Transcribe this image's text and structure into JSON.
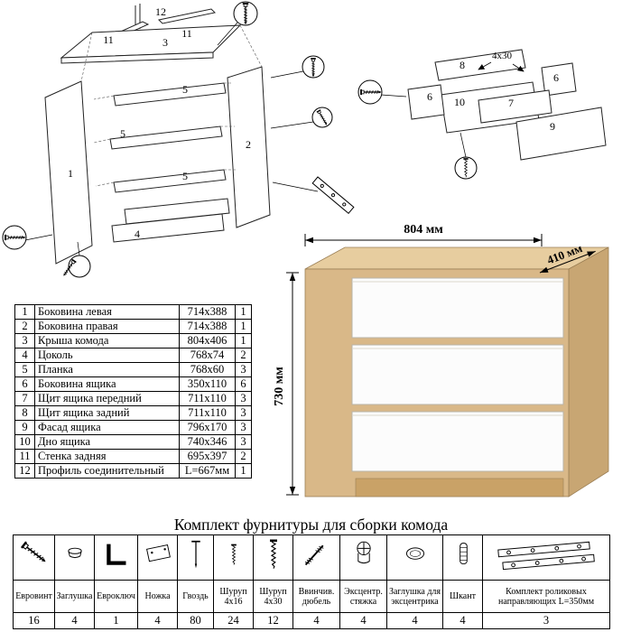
{
  "colors": {
    "wood_front": "#d9b888",
    "wood_top": "#e7cd9f",
    "wood_side": "#c8a673",
    "wood_base": "#c9a267",
    "drawer_white": "#fcfcfc",
    "line": "#000000"
  },
  "dimensions": {
    "width": "804 мм",
    "depth": "410 мм",
    "height": "730 мм"
  },
  "diagram_left": {
    "labels": {
      "p1": "1",
      "p2": "2",
      "p3": "3",
      "p4": "4",
      "p5": "5",
      "p11": "11",
      "p12": "12"
    }
  },
  "diagram_right": {
    "labels": {
      "p6": "6",
      "p7": "7",
      "p8": "8",
      "p9": "9",
      "p10": "10",
      "screw": "4х30"
    }
  },
  "parts": {
    "rows": [
      {
        "num": "1",
        "name": "Боковина левая",
        "size": "714х388",
        "qty": "1"
      },
      {
        "num": "2",
        "name": "Боковина правая",
        "size": "714х388",
        "qty": "1"
      },
      {
        "num": "3",
        "name": "Крыша комода",
        "size": "804х406",
        "qty": "1"
      },
      {
        "num": "4",
        "name": "Цоколь",
        "size": "768х74",
        "qty": "2"
      },
      {
        "num": "5",
        "name": "Планка",
        "size": "768х60",
        "qty": "3"
      },
      {
        "num": "6",
        "name": "Боковина ящика",
        "size": "350х110",
        "qty": "6"
      },
      {
        "num": "7",
        "name": "Щит ящика передний",
        "size": "711х110",
        "qty": "3"
      },
      {
        "num": "8",
        "name": "Щит ящика задний",
        "size": "711х110",
        "qty": "3"
      },
      {
        "num": "9",
        "name": "Фасад ящика",
        "size": "796х170",
        "qty": "3"
      },
      {
        "num": "10",
        "name": "Дно ящика",
        "size": "740х346",
        "qty": "3"
      },
      {
        "num": "11",
        "name": "Стенка задняя",
        "size": "695х397",
        "qty": "2"
      },
      {
        "num": "12",
        "name": "Профиль соединительный",
        "size": "L=667мм",
        "qty": "1"
      }
    ]
  },
  "hardware": {
    "title": "Комплект фурнитуры для сборки комода",
    "items": [
      {
        "name": "Евровинт",
        "qty": "16"
      },
      {
        "name": "Заглушка",
        "qty": "4"
      },
      {
        "name": "Евроключ",
        "qty": "1"
      },
      {
        "name": "Ножка",
        "qty": "4"
      },
      {
        "name": "Гвоздь",
        "qty": "80"
      },
      {
        "name": "Шуруп 4х16",
        "qty": "24"
      },
      {
        "name": "Шуруп 4х30",
        "qty": "12"
      },
      {
        "name": "Ввинчив. дюбель",
        "qty": "4"
      },
      {
        "name": "Эксцентр. стяжка",
        "qty": "4"
      },
      {
        "name": "Заглушка для эксцентрика",
        "qty": "4"
      },
      {
        "name": "Шкант",
        "qty": "4"
      },
      {
        "name": "Комплект роликовых направляющих L=350мм",
        "qty": "3"
      }
    ]
  }
}
